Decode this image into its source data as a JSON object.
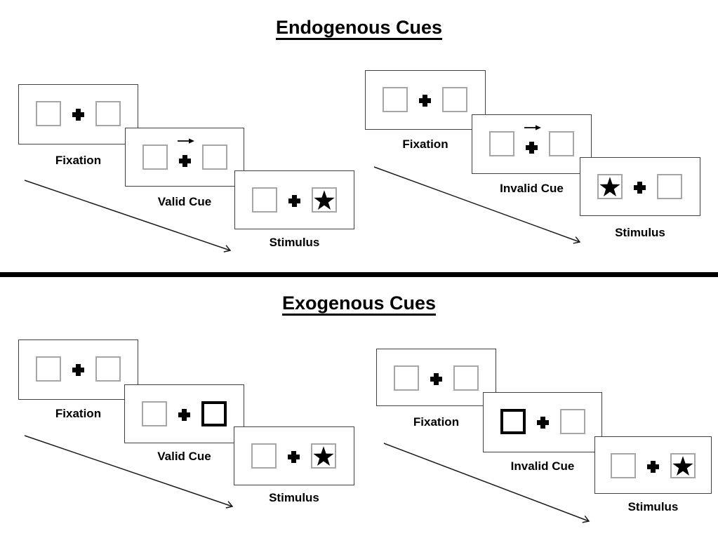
{
  "colors": {
    "background": "#ffffff",
    "panel_border": "#404040",
    "box_border": "#a6a6a6",
    "ink": "#000000"
  },
  "sections": [
    {
      "title": "Endogenous Cues",
      "sequences": [
        {
          "name": "valid",
          "screens": [
            {
              "label": "Fixation",
              "content": "empty boxes with fixation cross"
            },
            {
              "label": "Valid Cue",
              "content": "arrow above cross pointing right",
              "cue": "arrow-right"
            },
            {
              "label": "Stimulus",
              "content": "star in right box",
              "star": "right"
            }
          ]
        },
        {
          "name": "invalid",
          "screens": [
            {
              "label": "Fixation",
              "content": "empty boxes with fixation cross"
            },
            {
              "label": "Invalid Cue",
              "content": "arrow above cross pointing right",
              "cue": "arrow-right"
            },
            {
              "label": "Stimulus",
              "content": "star in left box",
              "star": "left"
            }
          ]
        }
      ]
    },
    {
      "title": "Exogenous Cues",
      "sequences": [
        {
          "name": "valid",
          "screens": [
            {
              "label": "Fixation",
              "content": "empty boxes with fixation cross"
            },
            {
              "label": "Valid Cue",
              "content": "right box bold",
              "cue": "bold-box-right"
            },
            {
              "label": "Stimulus",
              "content": "star in right box",
              "star": "right"
            }
          ]
        },
        {
          "name": "invalid",
          "screens": [
            {
              "label": "Fixation",
              "content": "empty boxes with fixation cross"
            },
            {
              "label": "Invalid Cue",
              "content": "left box bold",
              "cue": "bold-box-left"
            },
            {
              "label": "Stimulus",
              "content": "star in right box",
              "star": "right"
            }
          ]
        }
      ]
    }
  ]
}
